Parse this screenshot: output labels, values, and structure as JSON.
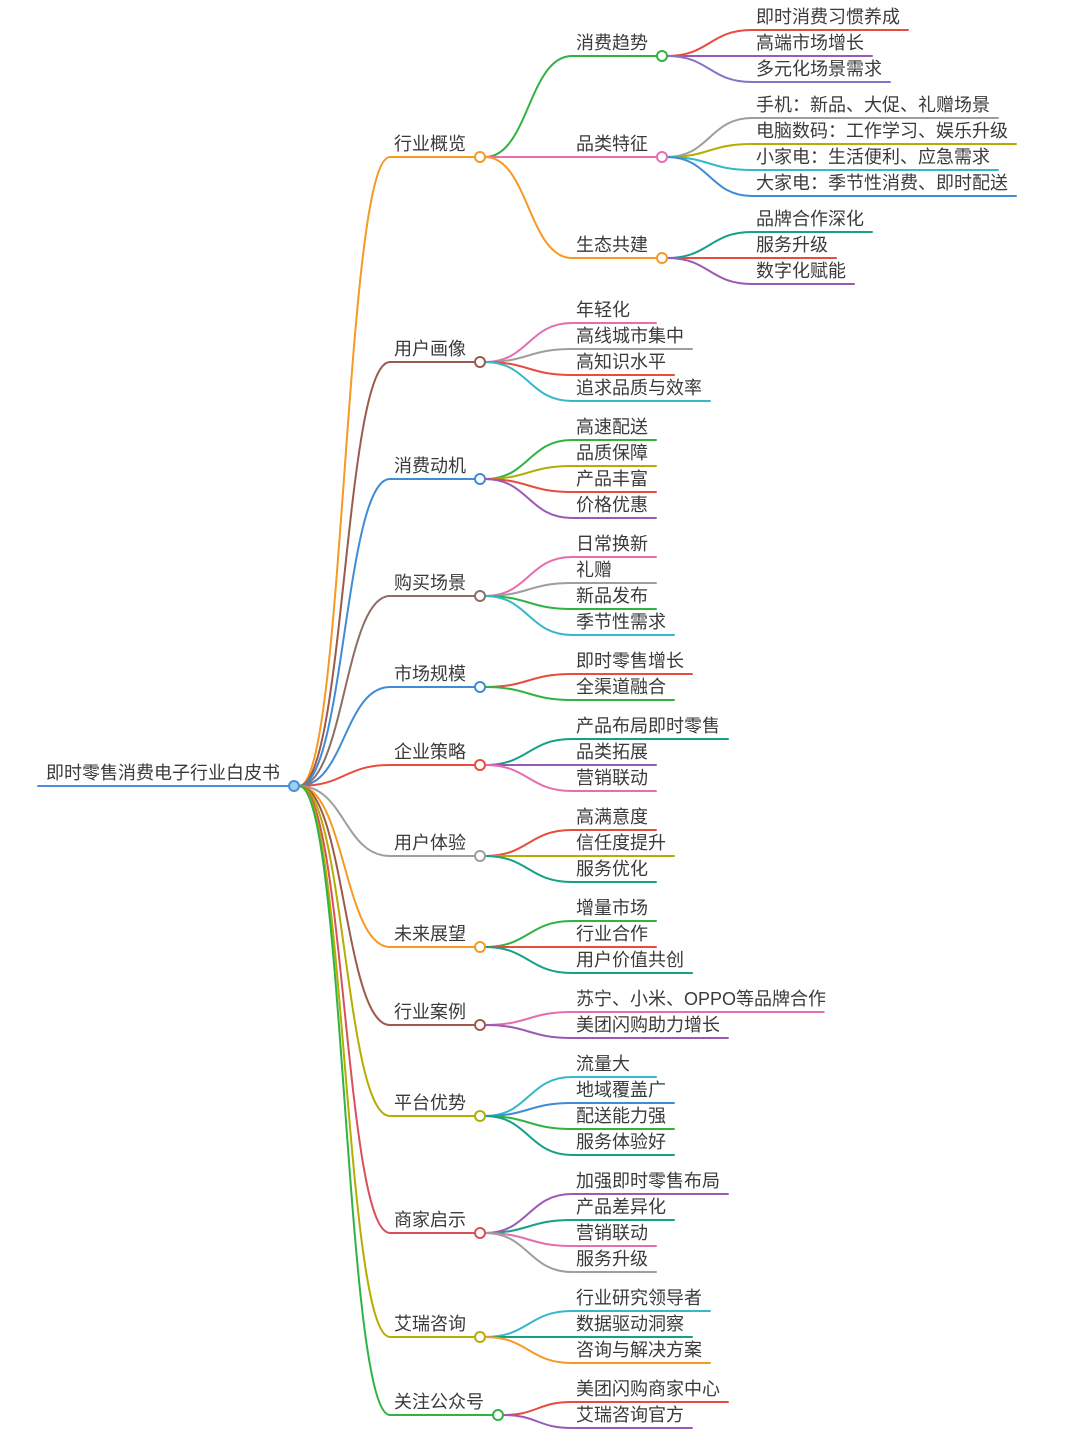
{
  "root": {
    "label": "即时零售消费电子行业白皮书",
    "color": "#4a90d9"
  },
  "branches": [
    {
      "label": "行业概览",
      "color": "#f59a23",
      "children": [
        {
          "label": "消费趋势",
          "color": "#2fb344",
          "children": [
            {
              "label": "即时消费习惯养成",
              "color": "#e74c3c"
            },
            {
              "label": "高端市场增长",
              "color": "#9b59b6"
            },
            {
              "label": "多元化场景需求",
              "color": "#8573c9"
            }
          ]
        },
        {
          "label": "品类特征",
          "color": "#e56db1",
          "children": [
            {
              "label": "手机：新品、大促、礼赠场景",
              "color": "#9e9e9e"
            },
            {
              "label": "电脑数码：工作学习、娱乐升级",
              "color": "#b5ad00"
            },
            {
              "label": "小家电：生活便利、应急需求",
              "color": "#35b8c9"
            },
            {
              "label": "大家电：季节性消费、即时配送",
              "color": "#3f8cd5"
            }
          ]
        },
        {
          "label": "生态共建",
          "color": "#f59a23",
          "children": [
            {
              "label": "品牌合作深化",
              "color": "#16a085"
            },
            {
              "label": "服务升级",
              "color": "#e74c3c"
            },
            {
              "label": "数字化赋能",
              "color": "#9b59b6"
            }
          ]
        }
      ]
    },
    {
      "label": "用户画像",
      "color": "#9c5a4e",
      "children": [
        {
          "label": "年轻化",
          "color": "#e56db1"
        },
        {
          "label": "高线城市集中",
          "color": "#9e9e9e"
        },
        {
          "label": "高知识水平",
          "color": "#e74c3c"
        },
        {
          "label": "追求品质与效率",
          "color": "#35b8c9"
        }
      ]
    },
    {
      "label": "消费动机",
      "color": "#3f8cd5",
      "children": [
        {
          "label": "高速配送",
          "color": "#2fb344"
        },
        {
          "label": "品质保障",
          "color": "#b5ad00"
        },
        {
          "label": "产品丰富",
          "color": "#e74c3c"
        },
        {
          "label": "价格优惠",
          "color": "#9b59b6"
        }
      ]
    },
    {
      "label": "购买场景",
      "color": "#8d6e63",
      "children": [
        {
          "label": "日常换新",
          "color": "#e56db1"
        },
        {
          "label": "礼赠",
          "color": "#9e9e9e"
        },
        {
          "label": "新品发布",
          "color": "#2fb344"
        },
        {
          "label": "季节性需求",
          "color": "#35b8c9"
        }
      ]
    },
    {
      "label": "市场规模",
      "color": "#3f8cd5",
      "children": [
        {
          "label": "即时零售增长",
          "color": "#e74c3c"
        },
        {
          "label": "全渠道融合",
          "color": "#2fb344"
        }
      ]
    },
    {
      "label": "企业策略",
      "color": "#e74c3c",
      "children": [
        {
          "label": "产品布局即时零售",
          "color": "#16a085"
        },
        {
          "label": "品类拓展",
          "color": "#9b59b6"
        },
        {
          "label": "营销联动",
          "color": "#e56db1"
        }
      ]
    },
    {
      "label": "用户体验",
      "color": "#9e9e9e",
      "children": [
        {
          "label": "高满意度",
          "color": "#e74c3c"
        },
        {
          "label": "信任度提升",
          "color": "#b5ad00"
        },
        {
          "label": "服务优化",
          "color": "#16a085"
        }
      ]
    },
    {
      "label": "未来展望",
      "color": "#f59a23",
      "children": [
        {
          "label": "增量市场",
          "color": "#2fb344"
        },
        {
          "label": "行业合作",
          "color": "#e74c3c"
        },
        {
          "label": "用户价值共创",
          "color": "#16a085"
        }
      ]
    },
    {
      "label": "行业案例",
      "color": "#9c5a4e",
      "children": [
        {
          "label": "苏宁、小米、OPPO等品牌合作",
          "color": "#e56db1"
        },
        {
          "label": "美团闪购助力增长",
          "color": "#9b59b6"
        }
      ]
    },
    {
      "label": "平台优势",
      "color": "#b5ad00",
      "children": [
        {
          "label": "流量大",
          "color": "#35b8c9"
        },
        {
          "label": "地域覆盖广",
          "color": "#3f8cd5"
        },
        {
          "label": "配送能力强",
          "color": "#2fb344"
        },
        {
          "label": "服务体验好",
          "color": "#16a085"
        }
      ]
    },
    {
      "label": "商家启示",
      "color": "#d94f5c",
      "children": [
        {
          "label": "加强即时零售布局",
          "color": "#9b59b6"
        },
        {
          "label": "产品差异化",
          "color": "#16a085"
        },
        {
          "label": "营销联动",
          "color": "#e56db1"
        },
        {
          "label": "服务升级",
          "color": "#9e9e9e"
        }
      ]
    },
    {
      "label": "艾瑞咨询",
      "color": "#b5ad00",
      "children": [
        {
          "label": "行业研究领导者",
          "color": "#35b8c9"
        },
        {
          "label": "数据驱动洞察",
          "color": "#16a085"
        },
        {
          "label": "咨询与解决方案",
          "color": "#f59a23"
        }
      ]
    },
    {
      "label": "关注公众号",
      "color": "#2fb344",
      "children": [
        {
          "label": "美团闪购商家中心",
          "color": "#e74c3c"
        },
        {
          "label": "艾瑞咨询官方",
          "color": "#9b59b6"
        }
      ]
    }
  ]
}
